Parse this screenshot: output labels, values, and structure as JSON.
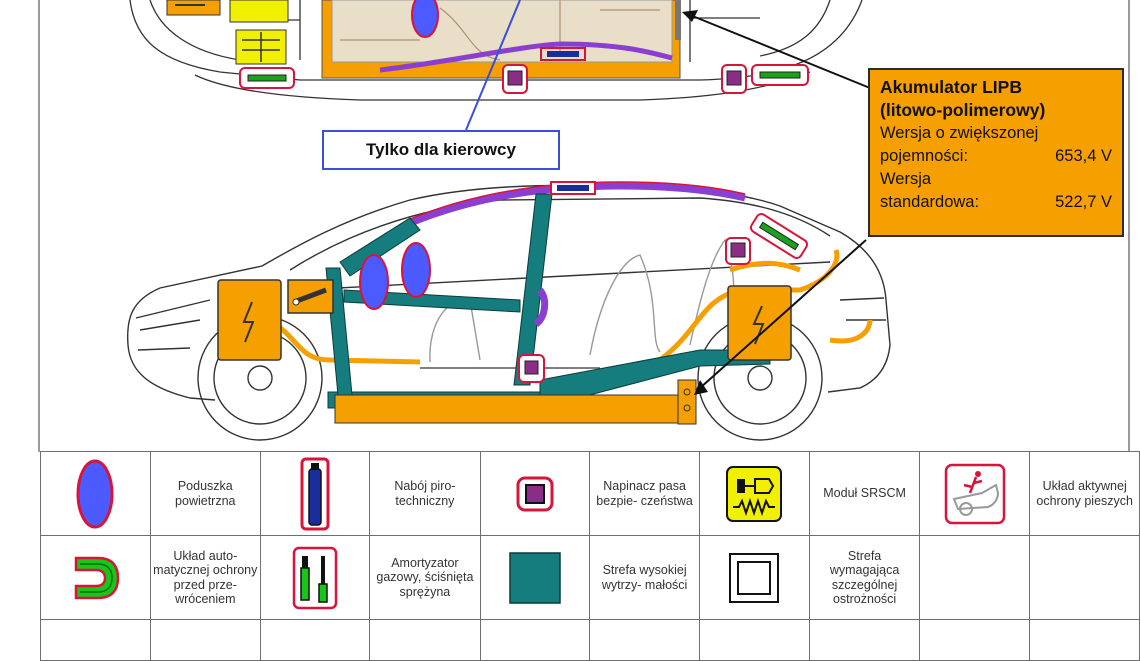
{
  "callouts": {
    "driver_only": "Tylko dla kierowcy",
    "battery": {
      "title_line1": "Akumulator LIPB",
      "title_line2": "(litowo-polimerowy)",
      "line1": "Wersja o zwiększonej",
      "line2_label": "pojemności:",
      "line2_value": "653,4 V",
      "line3": "Wersja",
      "line4_label": "standardowa:",
      "line4_value": "522,7 V"
    }
  },
  "legend": {
    "airbag": "Poduszka powietrzna",
    "pyro": "Nabój piro- techniczny",
    "pretensioner": "Napinacz pasa bezpie- czeństwa",
    "srscm": "Moduł SRSCM",
    "pedestrian": "Układ aktywnej ochrony pieszych",
    "rollover": "Układ auto- matycznej ochrony przed prze- wróceniem",
    "gas_strut": "Amortyzator gazowy, ściśnięta sprężyna",
    "high_strength": "Strefa wysokiej wytrzy- małości",
    "caution": "Strefa wymagająca szczególnej ostrożności"
  },
  "colors": {
    "airbag": "#4b5bff",
    "outline_red": "#d8143a",
    "orange_zone": "#f5a000",
    "high_strength": "#157d7d",
    "purple": "#8a3fd1",
    "srscm_yellow": "#f0f000",
    "rollover_green": "#19c519"
  },
  "icons": [
    "airbag-icon",
    "pyro-icon",
    "pretensioner-icon",
    "srscm-icon",
    "pedestrian-protection-icon",
    "rollover-icon",
    "gas-strut-icon",
    "high-strength-zone-icon",
    "caution-zone-icon",
    "high-voltage-icon"
  ]
}
